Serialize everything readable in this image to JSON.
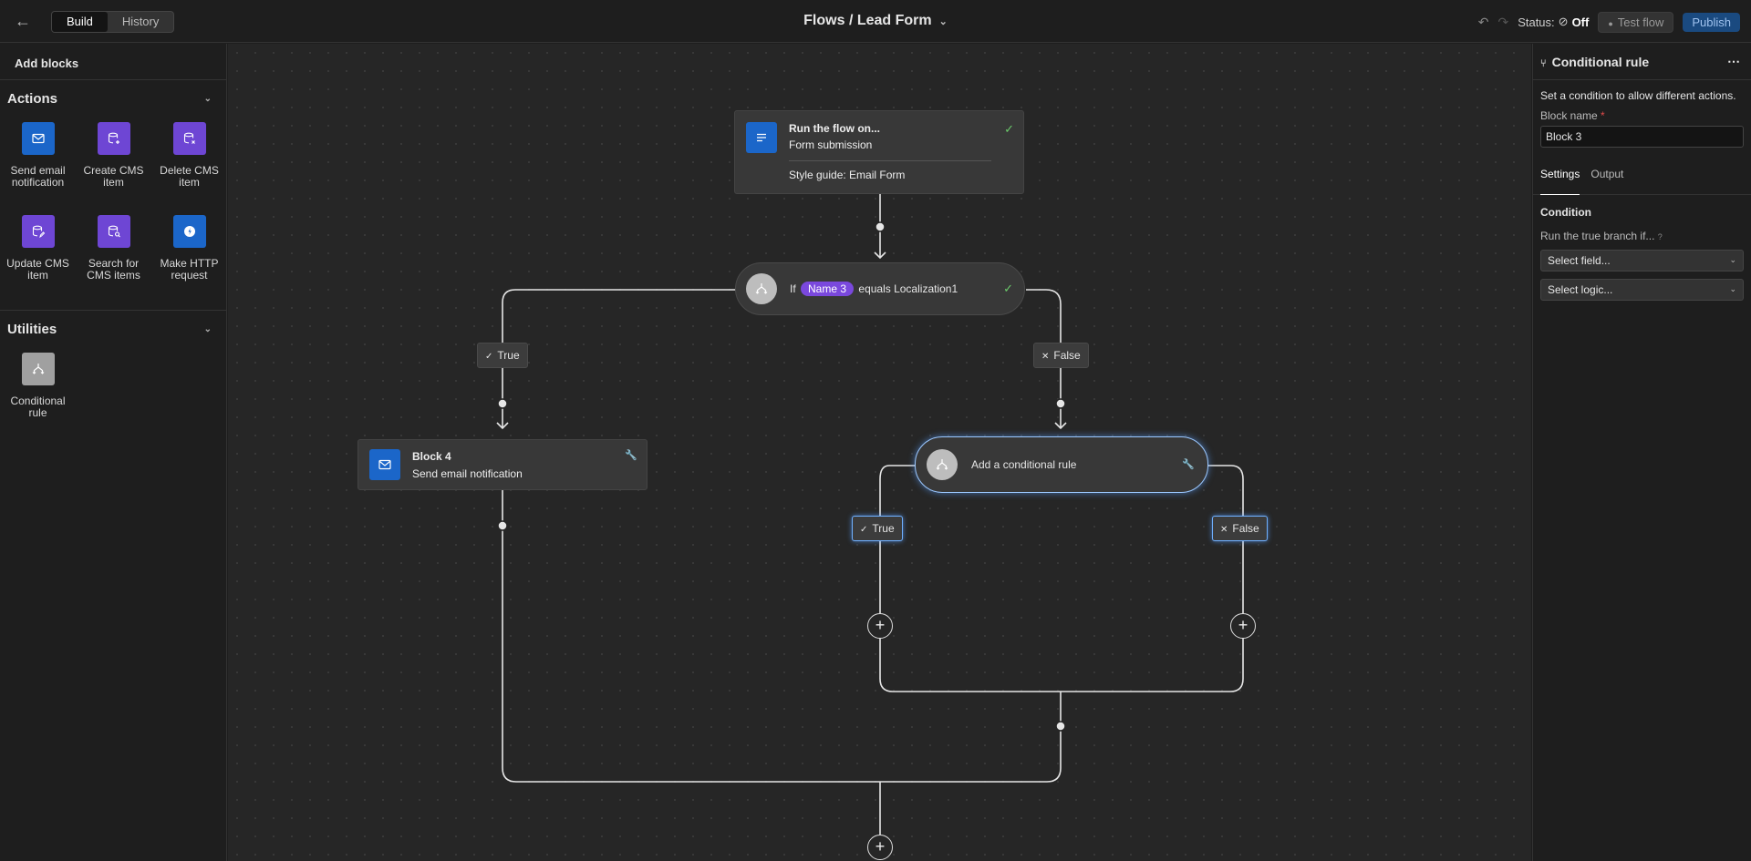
{
  "topbar": {
    "back_icon": "arrow-left-icon",
    "tabs": [
      "Build",
      "History"
    ],
    "active_tab": "Build",
    "title": "Flows / Lead Form",
    "title_chevron": "⌄",
    "undo_icon": "↶",
    "redo_icon": "↷",
    "status_label": "Status:",
    "status_icon": "⊘",
    "status_value": "Off",
    "test_flow_icon": "●",
    "test_flow_label": "Test flow",
    "publish_label": "Publish"
  },
  "left_panel": {
    "header": "Add blocks",
    "sections": [
      {
        "title": "Actions",
        "items": [
          {
            "label": "Send email notification",
            "icon": "mail-icon",
            "color": "#1b66c9"
          },
          {
            "label": "Create CMS item",
            "icon": "database-plus-icon",
            "color": "#6e46d4"
          },
          {
            "label": "Delete CMS item",
            "icon": "database-x-icon",
            "color": "#6e46d4"
          },
          {
            "label": "Update CMS item",
            "icon": "database-edit-icon",
            "color": "#6e46d4"
          },
          {
            "label": "Search for CMS items",
            "icon": "database-search-icon",
            "color": "#6e46d4"
          },
          {
            "label": "Make HTTP request",
            "icon": "http-request-icon",
            "color": "#1b66c9"
          }
        ]
      },
      {
        "title": "Utilities",
        "items": [
          {
            "label": "Conditional rule",
            "icon": "branch-icon",
            "color": "#a0a0a0"
          }
        ]
      }
    ]
  },
  "canvas": {
    "trigger": {
      "title": "Run the flow on...",
      "subtitle": "Form submission",
      "detail": "Style guide: Email Form",
      "status_icon": "✓"
    },
    "condition1": {
      "prefix": "If",
      "field": "Name 3",
      "rest": "equals Localization1",
      "status_icon": "✓"
    },
    "true_label": "True",
    "false_label": "False",
    "true_glyph": "✓",
    "false_glyph": "✕",
    "block4": {
      "title": "Block 4",
      "subtitle": "Send email notification",
      "warn_icon": "🔧"
    },
    "condition2": {
      "label": "Add a conditional rule",
      "warn_icon": "🔧"
    },
    "true2_label": "True",
    "false2_label": "False",
    "plus_glyph": "+"
  },
  "right_panel": {
    "title": "Conditional rule",
    "menu_icon": "⋯",
    "description": "Set a condition to allow different actions.",
    "block_name_label": "Block name",
    "required_marker": "*",
    "block_name_value": "Block 3",
    "tabs": [
      "Settings",
      "Output"
    ],
    "active_tab": "Settings",
    "condition_heading": "Condition",
    "branch_question": "Run the true branch if...",
    "help_icon": "?",
    "select_field_placeholder": "Select field...",
    "select_logic_placeholder": "Select logic...",
    "chevron": "⌄"
  },
  "colors": {
    "accent_blue": "#1b66c9",
    "accent_purple": "#6e46d4",
    "selection_glow": "#6fb0ff",
    "check_green": "#6bcb6b",
    "warn_yellow": "#e8c02b"
  }
}
